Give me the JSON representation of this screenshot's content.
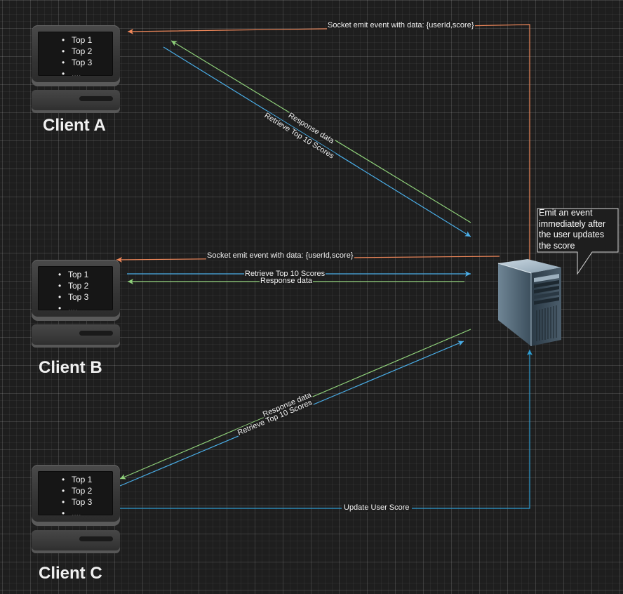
{
  "clients": [
    {
      "label": "Client A",
      "items": [
        "Top 1",
        "Top 2",
        "Top 3",
        "...."
      ]
    },
    {
      "label": "Client B",
      "items": [
        "Top 1",
        "Top 2",
        "Top 3",
        "...."
      ]
    },
    {
      "label": "Client C",
      "items": [
        "Top 1",
        "Top 2",
        "Top 3",
        "...."
      ]
    }
  ],
  "edges": {
    "socket_a": "Socket emit event with data: {userId,score}",
    "response_a": "Response data",
    "retrieve_a": "Retrieve Top 10 Scores",
    "socket_b": "Socket emit event with data: {userId,score}",
    "retrieve_b": "Retrieve Top 10 Scores",
    "response_b": "Response data",
    "response_c": "Response data",
    "retrieve_c": "Retrieve Top 10 Scores",
    "update_c": "Update User Score"
  },
  "note": "Emit an event immediately after the user updates the score",
  "colors": {
    "socket": "#f0885a",
    "retrieve": "#4aaee8",
    "response": "#8fd07a",
    "update": "#2e9fd4"
  },
  "icons": {
    "server": "server-tower-icon",
    "client": "desktop-computer-icon"
  }
}
